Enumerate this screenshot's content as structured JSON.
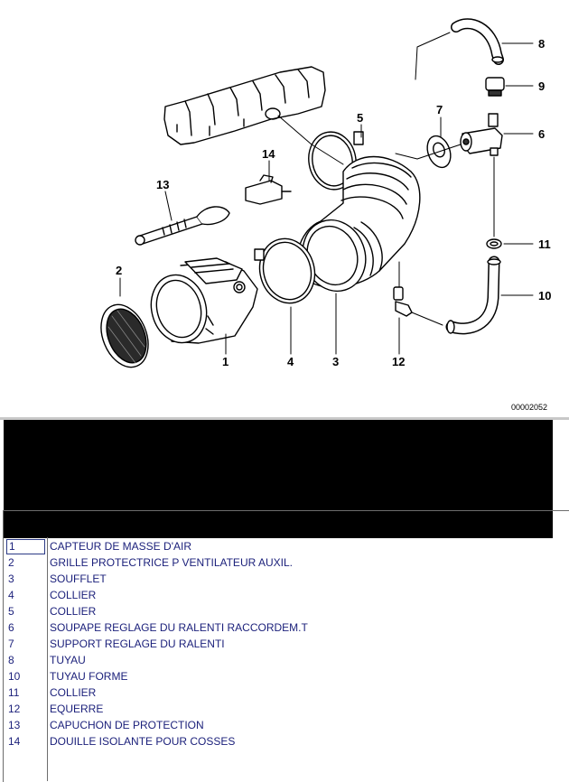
{
  "diagram": {
    "reference_code": "00002052",
    "callouts": {
      "c1": "1",
      "c2": "2",
      "c3": "3",
      "c4": "4",
      "c5": "5",
      "c6": "6",
      "c7": "7",
      "c8": "8",
      "c9": "9",
      "c10": "10",
      "c11": "11",
      "c12": "12",
      "c13": "13",
      "c14": "14"
    }
  },
  "parts": [
    {
      "num": "1",
      "desc": "CAPTEUR DE MASSE D'AIR"
    },
    {
      "num": "2",
      "desc": "GRILLE PROTECTRICE P VENTILATEUR AUXIL."
    },
    {
      "num": "3",
      "desc": "SOUFFLET"
    },
    {
      "num": "4",
      "desc": "COLLIER"
    },
    {
      "num": "5",
      "desc": "COLLIER"
    },
    {
      "num": "6",
      "desc": "SOUPAPE REGLAGE DU RALENTI RACCORDEM.T"
    },
    {
      "num": "7",
      "desc": "SUPPORT REGLAGE DU RALENTI"
    },
    {
      "num": "8",
      "desc": "TUYAU"
    },
    {
      "num": "10",
      "desc": "TUYAU FORME"
    },
    {
      "num": "11",
      "desc": "COLLIER"
    },
    {
      "num": "12",
      "desc": "EQUERRE"
    },
    {
      "num": "13",
      "desc": "CAPUCHON DE PROTECTION"
    },
    {
      "num": "14",
      "desc": "DOUILLE ISOLANTE POUR COSSES"
    }
  ]
}
